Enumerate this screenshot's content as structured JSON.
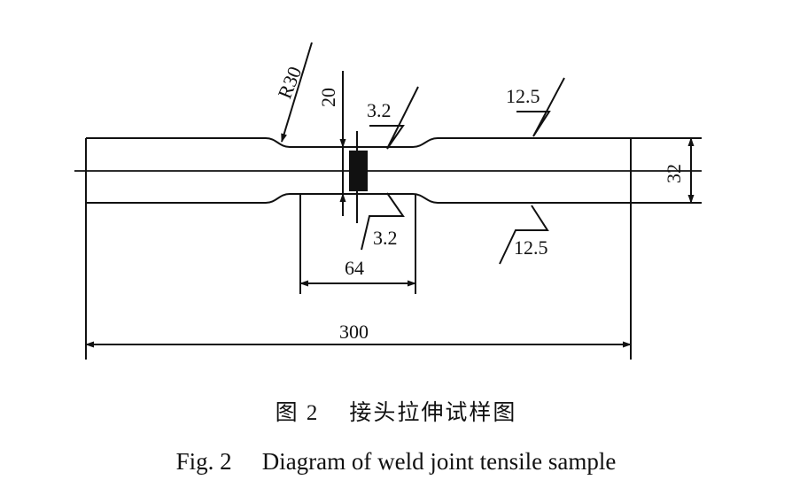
{
  "dimensions": {
    "radius": "R30",
    "weld_width": "20",
    "weld_roughness_top": "3.2",
    "weld_roughness_bottom": "3.2",
    "base_roughness_top": "12.5",
    "base_roughness_bottom": "12.5",
    "thickness": "32",
    "gauge_length": "64",
    "total_length": "300"
  },
  "caption": {
    "cn_label": "图 2",
    "cn_title": "接头拉伸试样图",
    "en_label": "Fig. 2",
    "en_title": "Diagram of weld joint tensile sample"
  }
}
